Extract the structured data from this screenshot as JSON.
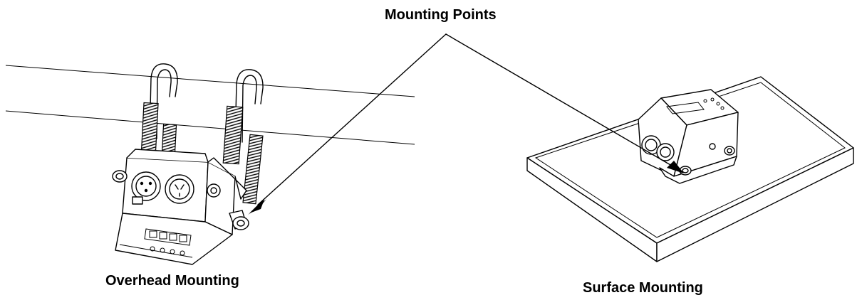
{
  "labels": {
    "mounting_points": "Mounting Points",
    "overhead_mounting": "Overhead Mounting",
    "surface_mounting": "Surface Mounting"
  },
  "colors": {
    "line": "#000000",
    "background": "#ffffff"
  }
}
